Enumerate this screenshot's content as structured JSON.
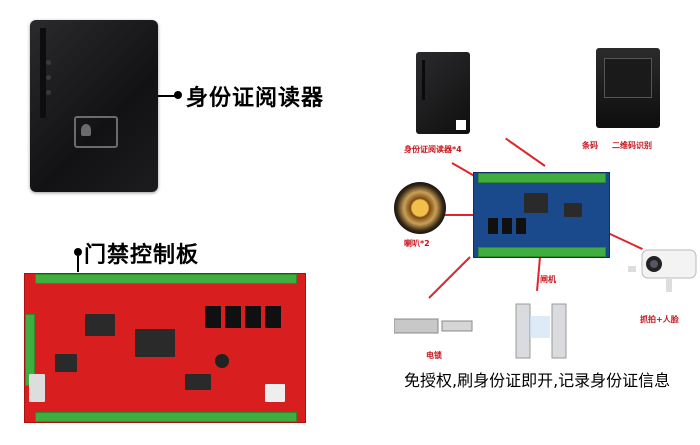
{
  "labels": {
    "id_reader": "身份证阅读器",
    "access_board": "门禁控制板",
    "small_reader": "身份证阅读器*4",
    "barcode": "条码",
    "qr_reader": "二维码识别",
    "speaker": "喇叭*2",
    "maglock": "电锁",
    "gate": "闸机",
    "camera": "抓拍+人脸",
    "caption": "免授权,刷身份证即开,记录身份证信息"
  },
  "colors": {
    "board_red": "#d81e1e",
    "board_blue": "#1b4a8c",
    "wire": "#e0262b"
  }
}
